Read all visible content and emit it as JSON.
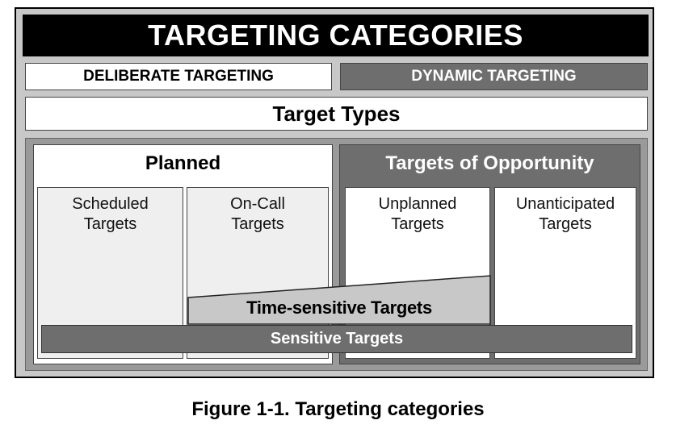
{
  "title": "TARGETING CATEGORIES",
  "deliberate": "DELIBERATE TARGETING",
  "dynamic": "DYNAMIC TARGETING",
  "target_types": "Target Types",
  "planned": {
    "title": "Planned",
    "sub": [
      {
        "line1": "Scheduled",
        "line2": "Targets"
      },
      {
        "line1": "On-Call",
        "line2": "Targets"
      }
    ]
  },
  "opportunity": {
    "title": "Targets of Opportunity",
    "sub": [
      {
        "line1": "Unplanned",
        "line2": "Targets"
      },
      {
        "line1": "Unanticipated",
        "line2": "Targets"
      }
    ]
  },
  "time_sensitive": "Time-sensitive Targets",
  "sensitive": "Sensitive Targets",
  "caption": "Figure 1-1. Targeting categories"
}
